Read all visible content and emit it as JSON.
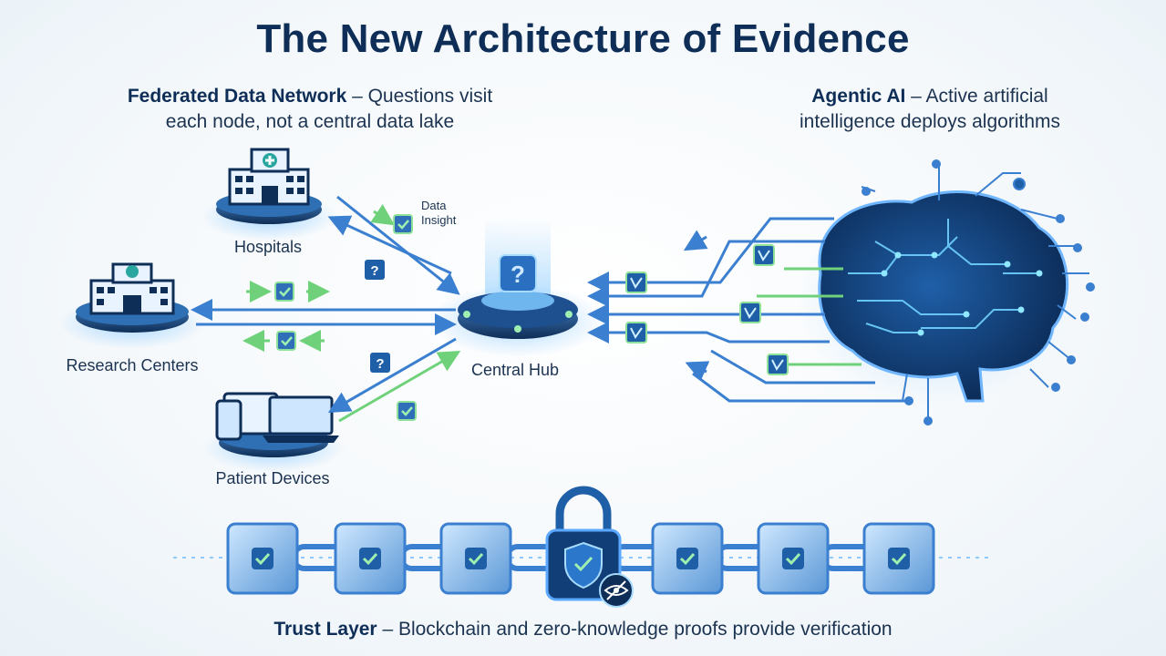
{
  "title": "The New Architecture of Evidence",
  "federated": {
    "heading": "Federated Data Network",
    "line1": " – Questions visit",
    "line2": "each node, not a central data lake"
  },
  "agentic": {
    "heading": "Agentic AI",
    "line1": " – Active artificial",
    "line2": "intelligence deploys algorithms"
  },
  "nodes": {
    "hospitals": "Hospitals",
    "research": "Research Centers",
    "devices": "Patient Devices",
    "hub": "Central Hub"
  },
  "packet_labels": {
    "data": "Data",
    "insight": "Insight"
  },
  "trust": {
    "heading": "Trust Layer",
    "text": " – Blockchain and zero-knowledge proofs provide verification"
  },
  "colors": {
    "navy": "#0e2e57",
    "blue": "#3a7fd0",
    "green": "#6fd27a",
    "glow": "#9fd3ff"
  },
  "icons": [
    "hospital-icon",
    "research-center-icon",
    "patient-devices-icon",
    "central-hub-icon",
    "brain-icon",
    "padlock-shield-icon",
    "privacy-eye-icon",
    "checkmark-icon",
    "question-mark-icon",
    "algorithm-icon"
  ]
}
